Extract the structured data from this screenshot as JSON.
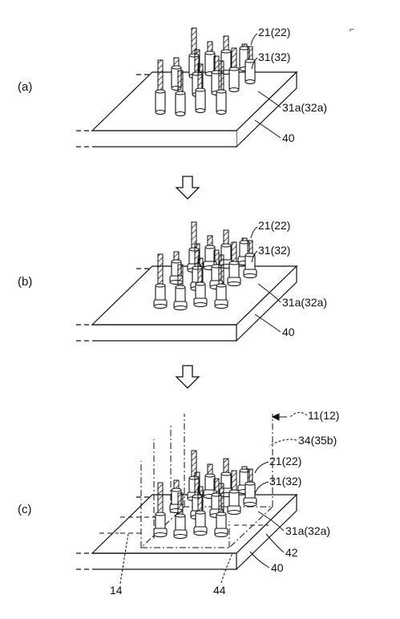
{
  "figure": {
    "panels": [
      {
        "id": "a",
        "label": "(a)",
        "callouts": {
          "pin": "21(22)",
          "tube": "31(32)",
          "tube_end": "31a(32a)",
          "board": "40"
        }
      },
      {
        "id": "b",
        "label": "(b)",
        "callouts": {
          "pin": "21(22)",
          "tube": "31(32)",
          "tube_end": "31a(32a)",
          "board": "40"
        }
      },
      {
        "id": "c",
        "label": "(c)",
        "callouts": {
          "pin": "21(22)",
          "tube": "31(32)",
          "tube_end": "31a(32a)",
          "board": "40",
          "housing": "11(12)",
          "frame": "34(35b)",
          "resin": "42",
          "left_region": "14",
          "bottom_region": "44"
        }
      }
    ],
    "arrows": [
      "down-arrow",
      "down-arrow"
    ],
    "colors": {
      "line": "#111111",
      "background": "#ffffff"
    }
  }
}
